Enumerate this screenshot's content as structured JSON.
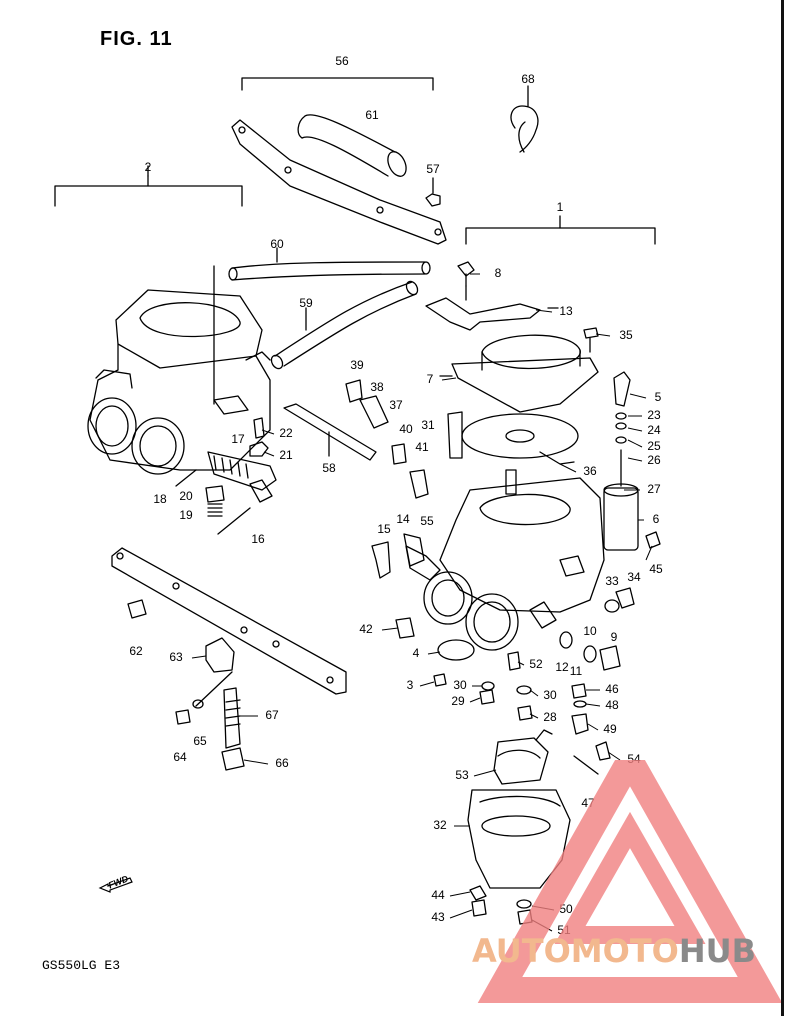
{
  "figure_title": "FIG. 11",
  "model_code": "GS550LG E3",
  "fwd_label": "FWD",
  "watermark": {
    "text_a": "AUTOMOTO",
    "text_b": "HUB",
    "color_a": "#f2b88e",
    "color_b": "#8a8a8a"
  },
  "callouts": [
    {
      "id": "c68",
      "label": "68"
    },
    {
      "id": "c56",
      "label": "56"
    },
    {
      "id": "c61",
      "label": "61"
    },
    {
      "id": "c57",
      "label": "57"
    },
    {
      "id": "c2",
      "label": "2"
    },
    {
      "id": "c1",
      "label": "1"
    },
    {
      "id": "c60",
      "label": "60"
    },
    {
      "id": "c8",
      "label": "8"
    },
    {
      "id": "c59",
      "label": "59"
    },
    {
      "id": "c13",
      "label": "13"
    },
    {
      "id": "c35",
      "label": "35"
    },
    {
      "id": "c39",
      "label": "39"
    },
    {
      "id": "c7",
      "label": "7"
    },
    {
      "id": "c5",
      "label": "5"
    },
    {
      "id": "c38",
      "label": "38"
    },
    {
      "id": "c37",
      "label": "37"
    },
    {
      "id": "c23",
      "label": "23"
    },
    {
      "id": "c31",
      "label": "31"
    },
    {
      "id": "c40",
      "label": "40"
    },
    {
      "id": "c24",
      "label": "24"
    },
    {
      "id": "c22",
      "label": "22"
    },
    {
      "id": "c17",
      "label": "17"
    },
    {
      "id": "c25",
      "label": "25"
    },
    {
      "id": "c41",
      "label": "41"
    },
    {
      "id": "c21",
      "label": "21"
    },
    {
      "id": "c26",
      "label": "26"
    },
    {
      "id": "c58",
      "label": "58"
    },
    {
      "id": "c36",
      "label": "36"
    },
    {
      "id": "c18",
      "label": "18"
    },
    {
      "id": "c27",
      "label": "27"
    },
    {
      "id": "c20",
      "label": "20"
    },
    {
      "id": "c19",
      "label": "19"
    },
    {
      "id": "c14",
      "label": "14"
    },
    {
      "id": "c55",
      "label": "55"
    },
    {
      "id": "c6",
      "label": "6"
    },
    {
      "id": "c16",
      "label": "16"
    },
    {
      "id": "c15",
      "label": "15"
    },
    {
      "id": "c45",
      "label": "45"
    },
    {
      "id": "c33",
      "label": "33"
    },
    {
      "id": "c34",
      "label": "34"
    },
    {
      "id": "c62",
      "label": "62"
    },
    {
      "id": "c42",
      "label": "42"
    },
    {
      "id": "c10",
      "label": "10"
    },
    {
      "id": "c9",
      "label": "9"
    },
    {
      "id": "c63",
      "label": "63"
    },
    {
      "id": "c4",
      "label": "4"
    },
    {
      "id": "c52",
      "label": "52"
    },
    {
      "id": "c12",
      "label": "12"
    },
    {
      "id": "c11",
      "label": "11"
    },
    {
      "id": "c3",
      "label": "3"
    },
    {
      "id": "c30a",
      "label": "30"
    },
    {
      "id": "c46",
      "label": "46"
    },
    {
      "id": "c67",
      "label": "67"
    },
    {
      "id": "c29",
      "label": "29"
    },
    {
      "id": "c30b",
      "label": "30"
    },
    {
      "id": "c48",
      "label": "48"
    },
    {
      "id": "c28",
      "label": "28"
    },
    {
      "id": "c64",
      "label": "64"
    },
    {
      "id": "c65",
      "label": "65"
    },
    {
      "id": "c49",
      "label": "49"
    },
    {
      "id": "c66",
      "label": "66"
    },
    {
      "id": "c54",
      "label": "54"
    },
    {
      "id": "c53",
      "label": "53"
    },
    {
      "id": "c47",
      "label": "47"
    },
    {
      "id": "c32",
      "label": "32"
    },
    {
      "id": "c44",
      "label": "44"
    },
    {
      "id": "c50",
      "label": "50"
    },
    {
      "id": "c43",
      "label": "43"
    },
    {
      "id": "c51",
      "label": "51"
    }
  ]
}
